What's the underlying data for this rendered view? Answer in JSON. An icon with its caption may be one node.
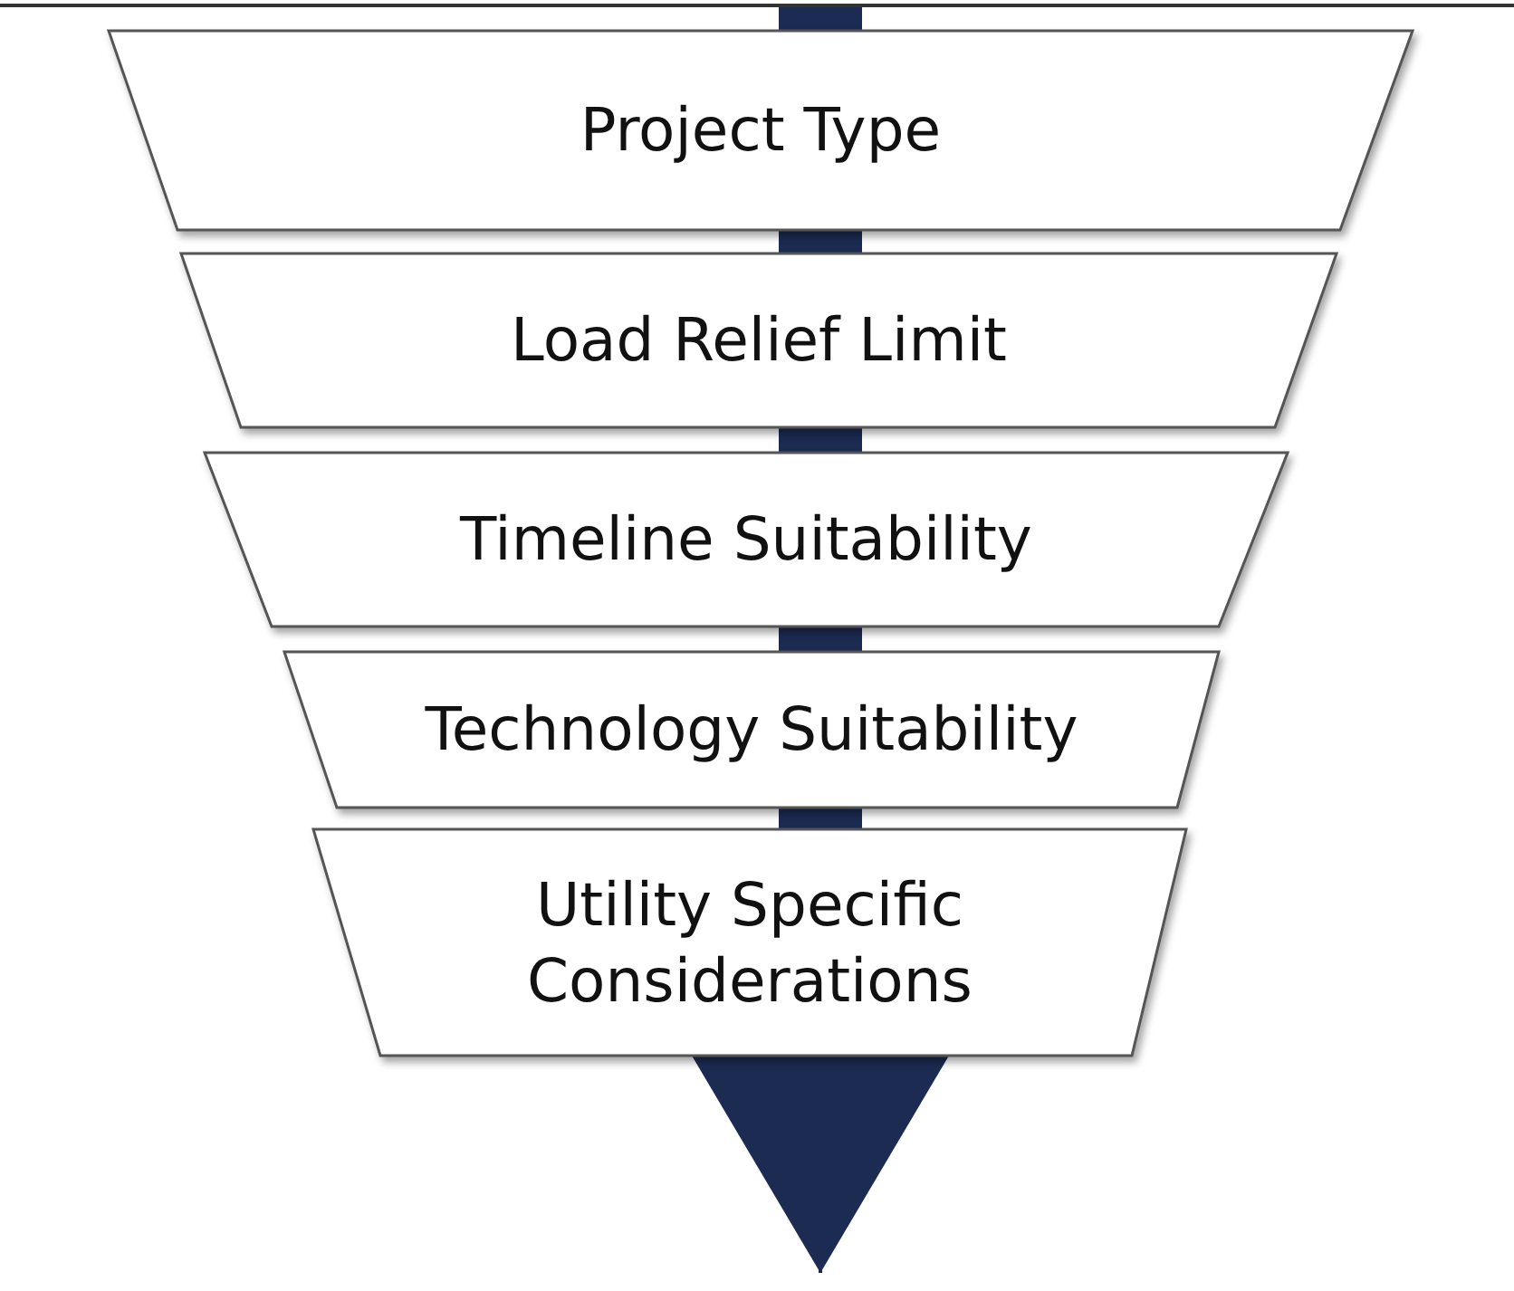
{
  "diagram": {
    "nodes": [
      {
        "text": [
          "Project Type"
        ]
      },
      {
        "text": [
          "Load Relief Limit"
        ]
      },
      {
        "text": [
          "Timeline Suitability"
        ]
      },
      {
        "text": [
          "Technology Suitability"
        ]
      },
      {
        "text": [
          "Utility Specific Considerations"
        ]
      }
    ],
    "edges": [
      {
        "from": null,
        "to": 0,
        "arrow": "none"
      },
      {
        "from": 0,
        "to": 1,
        "arrow": "none"
      },
      {
        "from": 1,
        "to": 2,
        "arrow": "none"
      },
      {
        "from": 2,
        "to": 3,
        "arrow": "none"
      },
      {
        "from": 3,
        "to": 4,
        "arrow": "none"
      },
      {
        "from": 4,
        "to": null,
        "arrow": "to"
      }
    ]
  }
}
